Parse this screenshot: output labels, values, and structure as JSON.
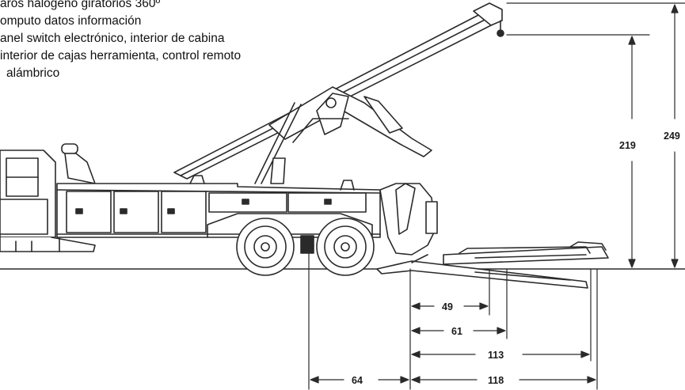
{
  "features": [
    {
      "text": "aros halógeno giratorios 360º"
    },
    {
      "text": "omputo datos información"
    },
    {
      "text": "anel switch electrónico, interior de cabina"
    },
    {
      "text": "interior de cajas herramienta, control remoto"
    },
    {
      "text": "alámbrico"
    }
  ],
  "dimensions": {
    "boom_hook_height": "219",
    "boom_top_height": "249",
    "underlift_49": "49",
    "underlift_61": "61",
    "underlift_113": "113",
    "underlift_118": "118",
    "axle_to_body": "64"
  },
  "colors": {
    "line": "#2a2a2a",
    "fill": "#ffffff",
    "text": "#111111"
  }
}
